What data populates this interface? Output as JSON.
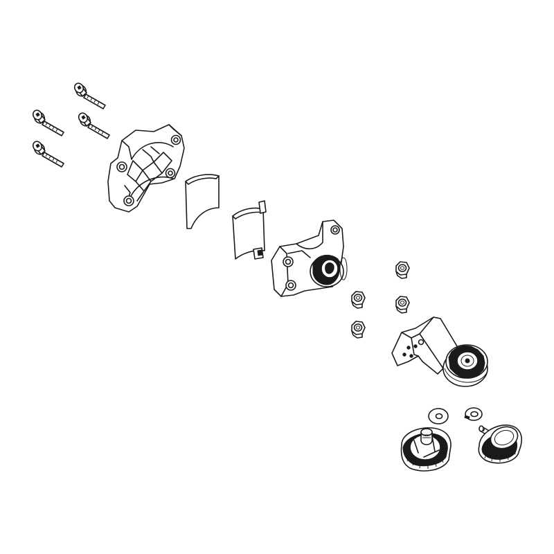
{
  "diagram": {
    "kind": "exploded-view line drawing",
    "ink_color": "#1a1a1a",
    "background_color": "#ffffff",
    "parts": [
      {
        "id": "socket-head-screw",
        "count": 4
      },
      {
        "id": "rear-clamp-half",
        "count": 1
      },
      {
        "id": "rubber-shim-thin",
        "count": 1
      },
      {
        "id": "rubber-shim-thick",
        "count": 1
      },
      {
        "id": "front-clamp-half-with-rosette",
        "count": 1
      },
      {
        "id": "hex-lock-nut",
        "count": 4
      },
      {
        "id": "l-bracket-with-rosette",
        "count": 1
      },
      {
        "id": "flat-washer",
        "count": 1
      },
      {
        "id": "spring-washer",
        "count": 1
      },
      {
        "id": "knurled-knob-nut",
        "count": 1
      },
      {
        "id": "knurled-thumb-screw",
        "count": 1
      }
    ]
  }
}
